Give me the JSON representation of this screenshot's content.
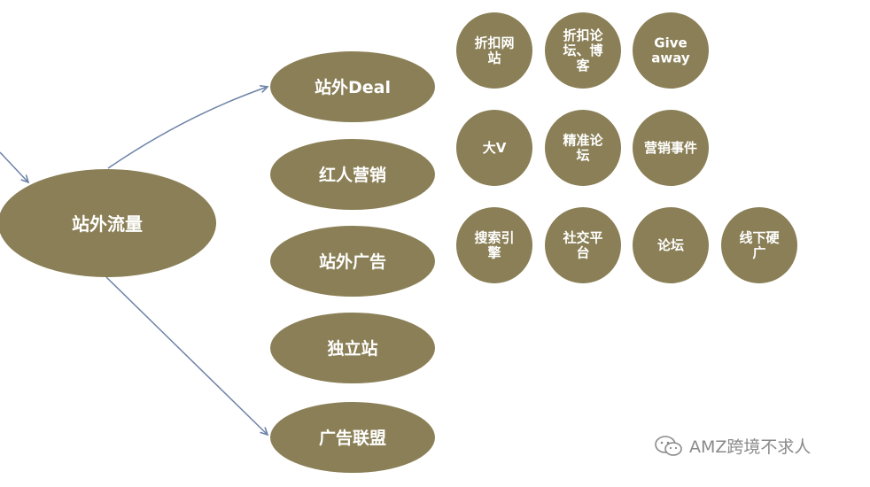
{
  "colors": {
    "node_fill": "#8a7f56",
    "connector": "#6e83a8",
    "watermark": "#8a8a8a"
  },
  "root": {
    "label": "站外流量"
  },
  "categories": [
    {
      "id": "deal",
      "label": "站外Deal",
      "children": [
        {
          "label": "折扣网站"
        },
        {
          "label": "折扣论坛、博客"
        },
        {
          "label": "Giveaway"
        }
      ]
    },
    {
      "id": "influencer",
      "label": "红人营销",
      "children": [
        {
          "label": "大V"
        },
        {
          "label": "精准论坛"
        },
        {
          "label": "营销事件"
        }
      ]
    },
    {
      "id": "ads",
      "label": "站外广告",
      "children": [
        {
          "label": "搜索引擎"
        },
        {
          "label": "社交平台"
        },
        {
          "label": "论坛"
        },
        {
          "label": "线下硬广"
        }
      ]
    },
    {
      "id": "standalone",
      "label": "独立站",
      "children": []
    },
    {
      "id": "affiliate",
      "label": "广告联盟",
      "children": []
    }
  ],
  "watermark": {
    "icon": "wechat-icon",
    "text": "AMZ跨境不求人"
  }
}
